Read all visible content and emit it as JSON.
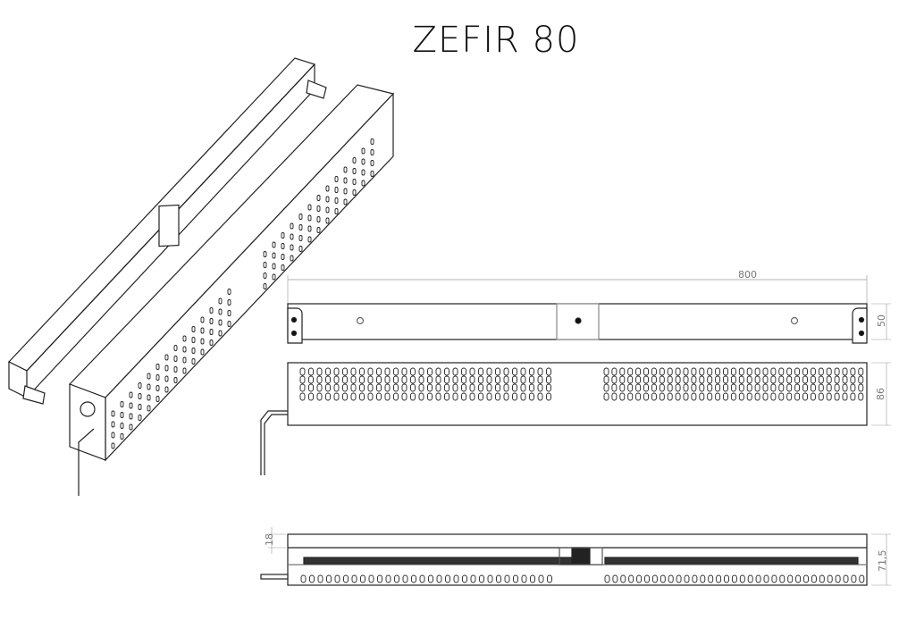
{
  "title": "ZEFIR 80",
  "dimensions": {
    "length": "800",
    "top_height": "50",
    "front_height": "86",
    "bottom_strip": "18",
    "bottom_height": "71,5"
  }
}
